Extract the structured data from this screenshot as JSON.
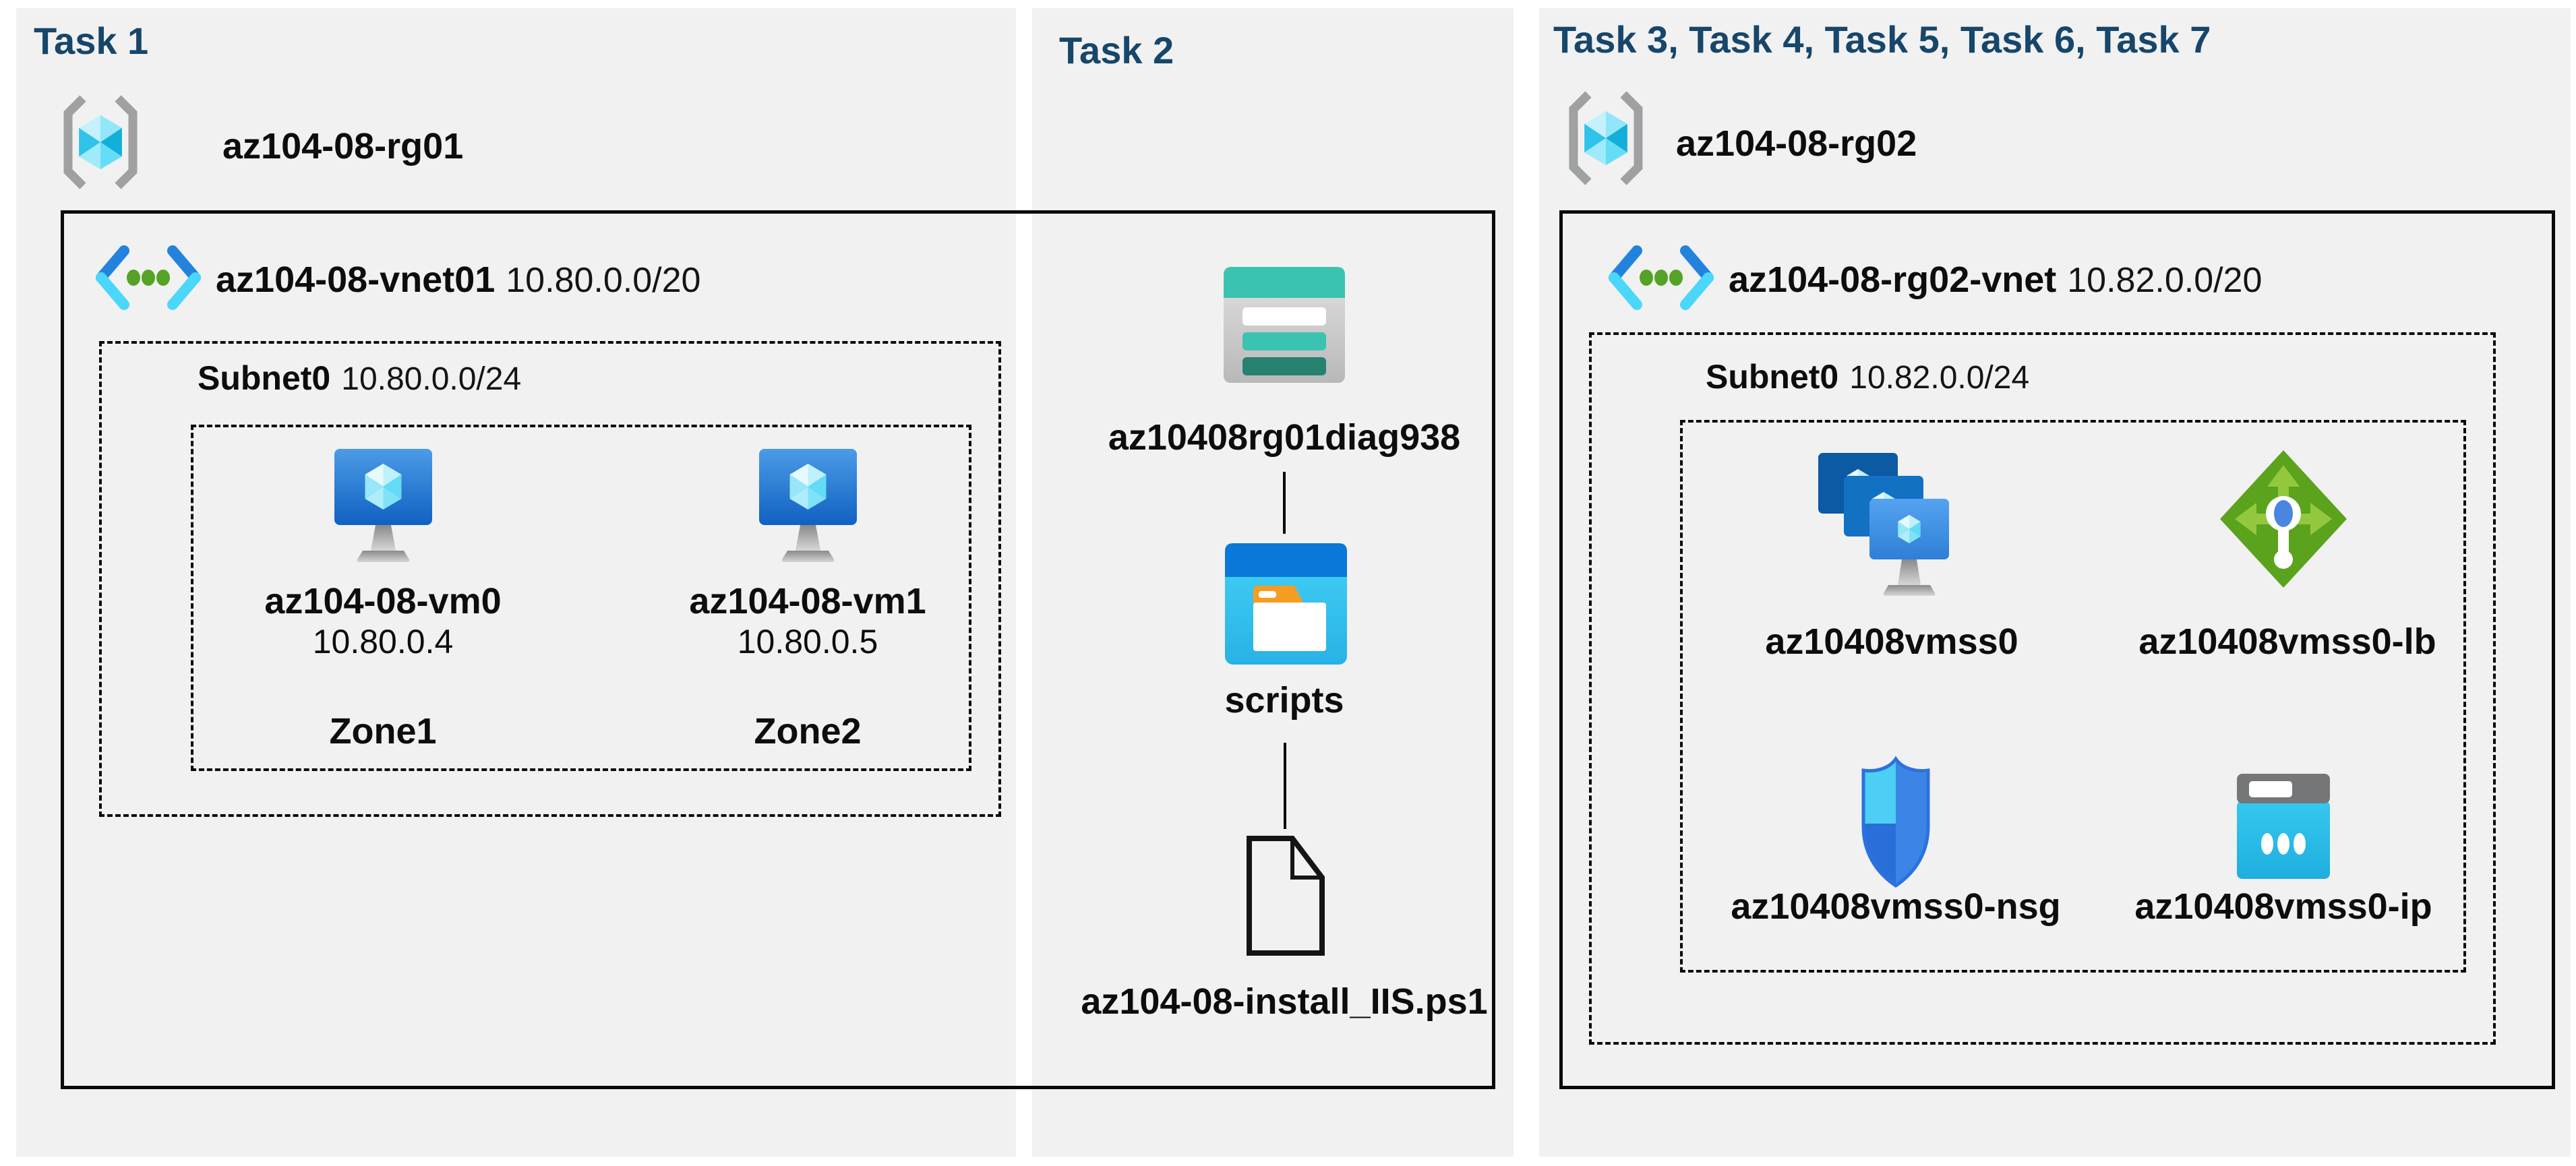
{
  "diagram": {
    "description": "Azure lab 08 architecture diagram",
    "colors": {
      "title_text": "#17466B",
      "panel_background": "#F1F1F1",
      "label_text": "#0D0D0D",
      "azure_blue": "#1F7FD8",
      "azure_cyan": "#4AD7FA",
      "storage_teal": "#3BC3B1",
      "storage_teal_dark": "#27816F",
      "container_blue": "#0A78D8",
      "folder_orange": "#F59D22",
      "lb_green": "#5BA21D",
      "lb_green_light": "#93C83E",
      "vnet_dot_green": "#55A226",
      "bracket_gray": "#9EA0A2"
    }
  },
  "panels": [
    {
      "title": "Task 1",
      "resource_group": "az104-08-rg01",
      "vnet_name": "az104-08-vnet01",
      "vnet_cidr": "10.80.0.0/20",
      "subnet_name": "Subnet0",
      "subnet_cidr": "10.80.0.0/24",
      "vms": [
        {
          "name": "az104-08-vm0",
          "ip": "10.80.0.4",
          "zone": "Zone1"
        },
        {
          "name": "az104-08-vm1",
          "ip": "10.80.0.5",
          "zone": "Zone2"
        }
      ]
    },
    {
      "title": "Task 2",
      "storage_account": "az10408rg01diag938",
      "container": "scripts",
      "script_file": "az104-08-install_IIS.ps1"
    },
    {
      "title": "Task 3, Task 4, Task 5, Task 6, Task 7",
      "resource_group": "az104-08-rg02",
      "vnet_name": "az104-08-rg02-vnet",
      "vnet_cidr": "10.82.0.0/20",
      "subnet_name": "Subnet0",
      "subnet_cidr": "10.82.0.0/24",
      "resources": [
        {
          "name": "az10408vmss0",
          "icon": "vm-scale-set-icon"
        },
        {
          "name": "az10408vmss0-lb",
          "icon": "load-balancer-icon"
        },
        {
          "name": "az10408vmss0-nsg",
          "icon": "network-security-group-icon"
        },
        {
          "name": "az10408vmss0-ip",
          "icon": "public-ip-icon"
        }
      ]
    }
  ]
}
